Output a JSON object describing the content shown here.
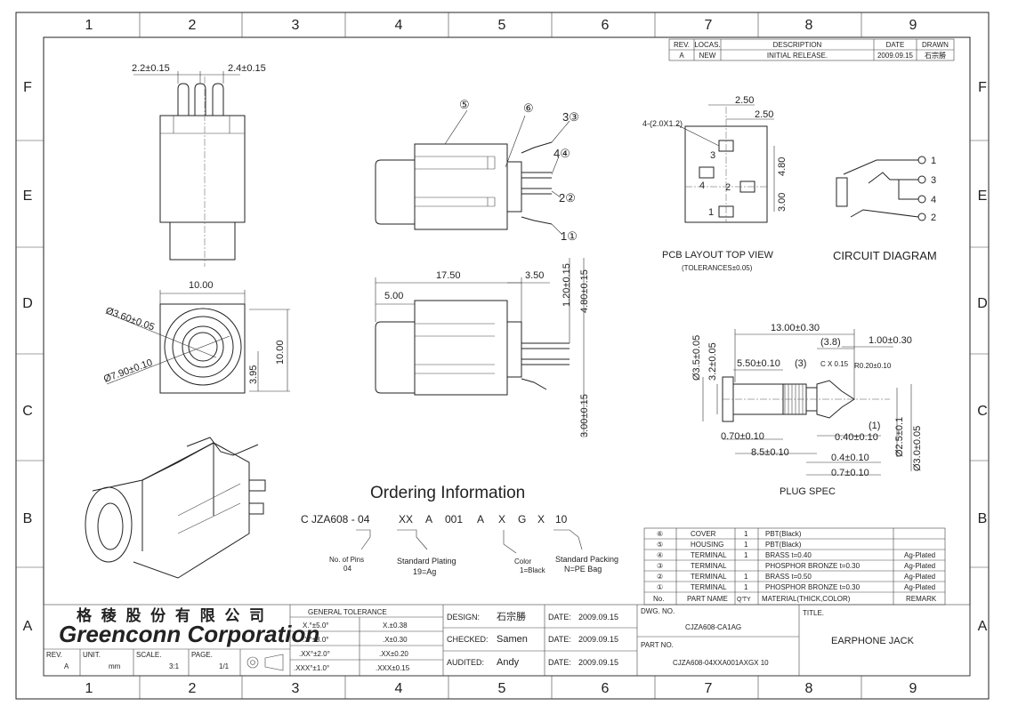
{
  "grid": {
    "cols": [
      "1",
      "2",
      "3",
      "4",
      "5",
      "6",
      "7",
      "8",
      "9"
    ],
    "rows": [
      "F",
      "E",
      "D",
      "C",
      "B",
      "A"
    ]
  },
  "revision_block": {
    "headers": [
      "REV.",
      "LOCAS.",
      "DESCRIPTION",
      "DATE",
      "DRAWN"
    ],
    "row": [
      "A",
      "NEW",
      "INITIAL RELEASE.",
      "2009.09.15",
      "石宗勝"
    ]
  },
  "front_view": {
    "dim_left": "2.2±0.15",
    "dim_right": "2.4±0.15"
  },
  "side_view": {
    "labels": [
      "⑤",
      "⑥",
      "3③",
      "4④",
      "2②",
      "1①"
    ]
  },
  "bottom_view": {
    "width": "10.00",
    "height": "10.00",
    "offset": "3.95",
    "dia_inner": "Ø3.60±0.05",
    "dia_outer": "Ø7.90±0.10"
  },
  "side_dims": {
    "d1": "17.50",
    "d2": "3.50",
    "d3": "5.00",
    "d4": "1.20±0.15",
    "d5": "4.80±0.15",
    "d6": "3.00±0.15"
  },
  "pcb_layout": {
    "title": "PCB LAYOUT TOP VIEW",
    "note": "(TOLERANCES±0.05)",
    "hole_spec": "4-(2.0X1.2)",
    "d1": "2.50",
    "d2": "2.50",
    "d3": "4.80",
    "d4": "3.00",
    "pins": [
      "3",
      "4",
      "2",
      "1"
    ]
  },
  "circuit": {
    "title": "CIRCUIT DIAGRAM",
    "pins": [
      "1",
      "3",
      "4",
      "2"
    ]
  },
  "plug_spec": {
    "title": "PLUG SPEC",
    "dims": [
      "13.00±0.30",
      "(3.8)",
      "1.00±0.30",
      "5.50±0.10",
      "(3)",
      "C X 0.15",
      "R0.20±0.10",
      "Ø3.5±0.05",
      "3.2±0.05",
      "0.70±0.10",
      "8.5±0.10",
      "0.40±0.10",
      "(1)",
      "0.4±0.10",
      "0.7±0.10",
      "Ø2.5±0.1",
      "Ø3.0±0.05"
    ]
  },
  "ordering": {
    "title": "Ordering Information",
    "code": [
      "C JZA608 - 04",
      "XX",
      "A",
      "001",
      "A",
      "X",
      "G",
      "X",
      "10"
    ],
    "notes": [
      {
        "l1": "No. of Pins",
        "l2": "04"
      },
      {
        "l1": "Standard Plating",
        "l2": "19=Ag"
      },
      {
        "l1": "Color",
        "l2": "1=Black"
      },
      {
        "l1": "Standard Packing",
        "l2": "N=PE Bag"
      }
    ]
  },
  "bom": {
    "rows": [
      {
        "no": "⑥",
        "part": "COVER",
        "qty": "1",
        "material": "PBT(Black)",
        "remark": ""
      },
      {
        "no": "⑤",
        "part": "HOUSING",
        "qty": "1",
        "material": "PBT(Black)",
        "remark": ""
      },
      {
        "no": "④",
        "part": "TERMINAL",
        "qty": "1",
        "material": "BRASS  t=0.40",
        "remark": "Ag-Plated"
      },
      {
        "no": "③",
        "part": "TERMINAL",
        "qty": "",
        "material": "PHOSPHOR BRONZE  t=0.30",
        "remark": "Ag-Plated"
      },
      {
        "no": "②",
        "part": "TERMINAL",
        "qty": "1",
        "material": "BRASS  t=0.50",
        "remark": "Ag-Plated"
      },
      {
        "no": "①",
        "part": "TERMINAL",
        "qty": "1",
        "material": "PHOSPHOR BRONZE  t=0.30",
        "remark": "Ag-Plated"
      }
    ],
    "headers": {
      "no": "No.",
      "part": "PART  NAME",
      "qty": "Q'TY",
      "material": "MATERIAL(THICK,COLOR)",
      "remark": "REMARK"
    }
  },
  "title_block": {
    "company_cn": "格 稜 股 份 有 限 公 司",
    "company_en": "Greenconn Corporation",
    "rev_label": "REV.",
    "rev": "A",
    "unit_label": "UNIT.",
    "unit": "mm",
    "scale_label": "SCALE.",
    "scale": "3:1",
    "page_label": "PAGE.",
    "page": "1/1",
    "tol_title": "GENERAL TOLERANCE",
    "tol": [
      [
        "X.°±5.0°",
        "X.±0.38"
      ],
      [
        ".X°±3.0°",
        ".X±0.30"
      ],
      [
        ".XX°±2.0°",
        ".XX±0.20"
      ],
      [
        ".XXX°±1.0°",
        ".XXX±0.15"
      ]
    ],
    "design_label": "DESIGN:",
    "design": "石宗勝",
    "checked_label": "CHECKED:",
    "checked": "Samen",
    "audited_label": "AUDITED:",
    "audited": "Andy",
    "date_label": "DATE:",
    "date": "2009.09.15",
    "dwg_label": "DWG. NO.",
    "dwg": "CJZA608-CA1AG",
    "part_label": "PART NO.",
    "part": "CJZA608-04XXA001AXGX 10",
    "title_label": "TITLE.",
    "title": "EARPHONE JACK"
  }
}
